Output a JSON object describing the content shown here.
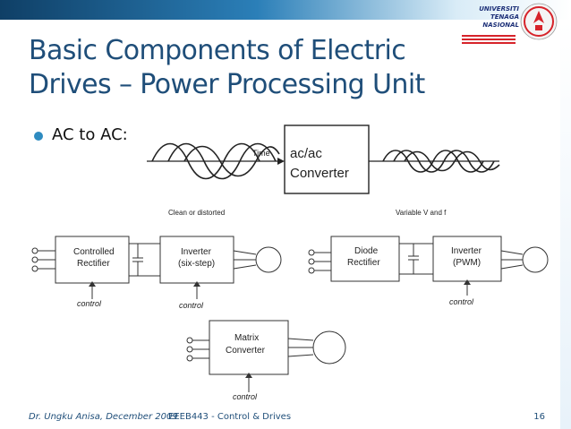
{
  "logo": {
    "line1": "UNIVERSITI",
    "line2": "TENAGA",
    "line3": "NASIONAL",
    "colors": {
      "text": "#1c2f77",
      "red": "#d6232a",
      "accent": "#2e8bc0"
    }
  },
  "slide": {
    "title_line1": "Basic Components of Electric",
    "title_line2": "Drives – Power Processing Unit",
    "bullet": "AC to AC:"
  },
  "top_diagram": {
    "time_label": "Time",
    "box_line1": "ac/ac",
    "box_line2": "Converter",
    "left_caption": "Clean or distorted",
    "right_caption": "Variable V and f"
  },
  "left_diagram": {
    "block1_line1": "Controlled",
    "block1_line2": "Rectifier",
    "block2_line1": "Inverter",
    "block2_line2": "(six-step)",
    "control1": "control",
    "control2": "control"
  },
  "right_diagram": {
    "block1_line1": "Diode",
    "block1_line2": "Rectifier",
    "block2_line1": "Inverter",
    "block2_line2": "(PWM)",
    "control": "control"
  },
  "bottom_diagram": {
    "block_line1": "Matrix",
    "block_line2": "Converter",
    "control": "control"
  },
  "footer": {
    "author": "Dr. Ungku Anisa, December 2009",
    "course": "EEEB443 - Control & Drives",
    "page": "16"
  }
}
